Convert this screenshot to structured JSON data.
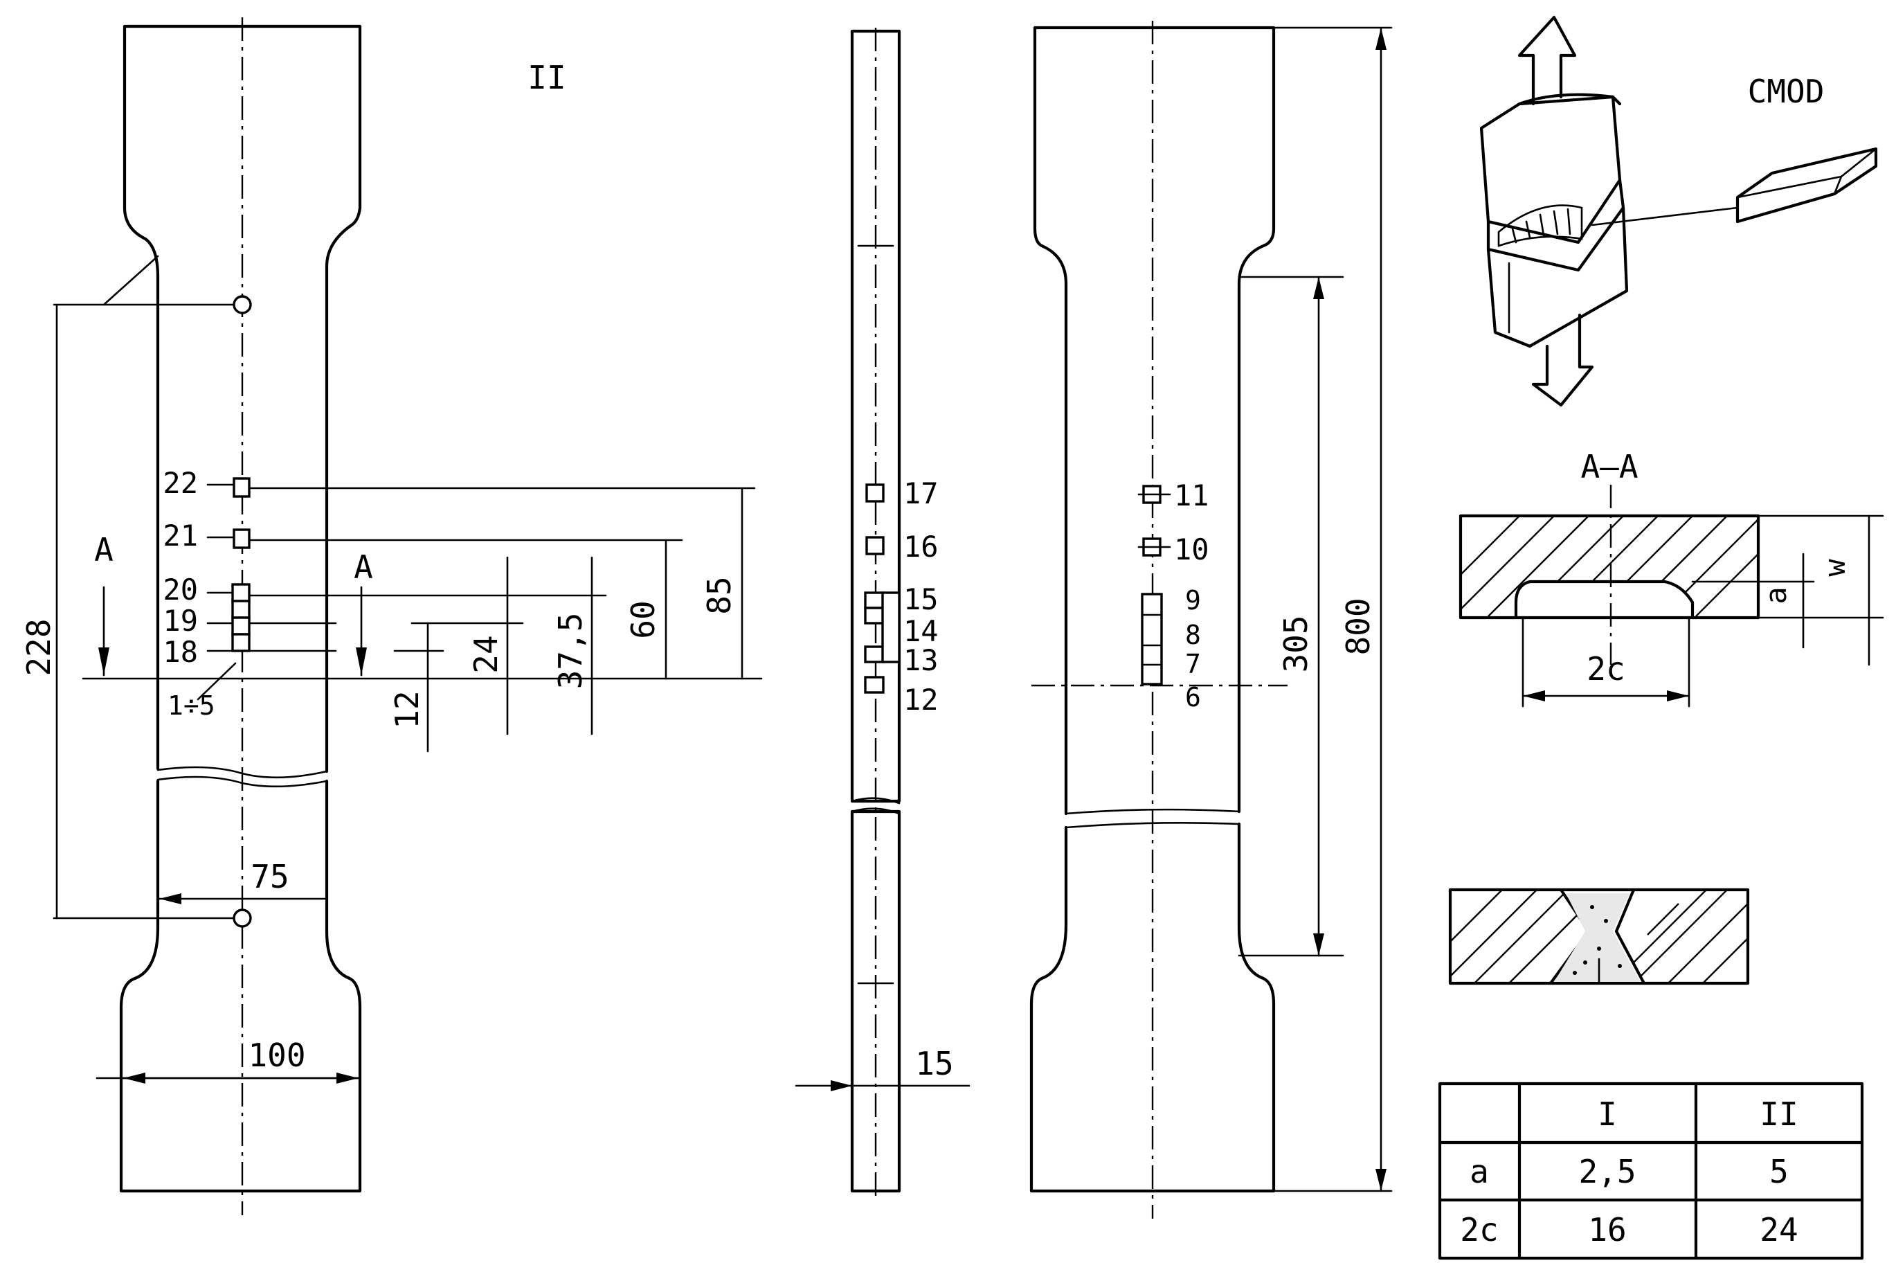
{
  "specimen_front": {
    "title": "II",
    "section_marks": [
      "A",
      "A"
    ],
    "gauge_labels": [
      "22",
      "21",
      "20",
      "19",
      "18",
      "1÷5"
    ],
    "dims": {
      "d228": "228",
      "d85": "85",
      "d60": "60",
      "d37_5": "37,5",
      "d24": "24",
      "d12": "12",
      "d75": "75",
      "d100": "100"
    }
  },
  "specimen_side": {
    "gauge_labels": [
      "17",
      "16",
      "15",
      "14",
      "13",
      "12"
    ],
    "thickness": "15"
  },
  "specimen_back": {
    "gauge_labels": [
      "11",
      "10",
      "9",
      "8",
      "7",
      "6"
    ],
    "dims": {
      "d305": "305",
      "d800": "800"
    }
  },
  "iso_view": {
    "label": "CMOD"
  },
  "section_view": {
    "title": "A–A",
    "labels": {
      "a": "a",
      "w": "w",
      "two_c": "2c"
    }
  },
  "crack_table": {
    "header": [
      "",
      "I",
      "II"
    ],
    "rows": [
      [
        "a",
        "2,5",
        "5"
      ],
      [
        "2c",
        "16",
        "24"
      ]
    ]
  }
}
